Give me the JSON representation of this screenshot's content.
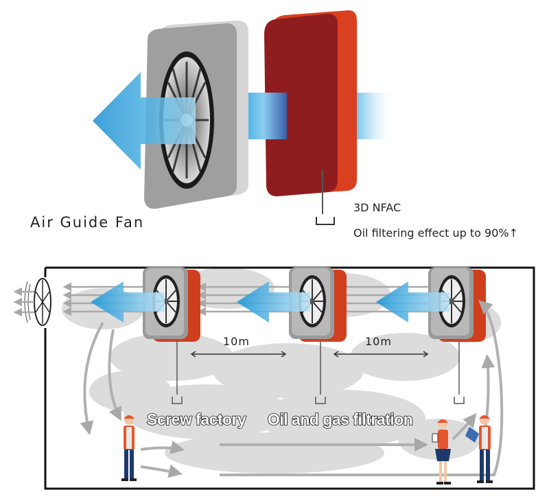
{
  "top_section": {
    "fan_label": "Air Guide Fan",
    "filter_name": "3D NFAC",
    "filter_effect": "Oil filtering effect up to 90%↑"
  },
  "factory_section": {
    "distance_1": "10m",
    "distance_2": "10m",
    "label_screw_factory": "Screw factory",
    "label_filtration": "Oil and gas filtration"
  },
  "colors": {
    "filter_red": "#8f1d1f",
    "filter_orange": "#d8401f",
    "airflow_blue": "#1e9ad6",
    "fan_housing": "#b9b9b9",
    "smoke_gray": "#d6d6d6"
  }
}
